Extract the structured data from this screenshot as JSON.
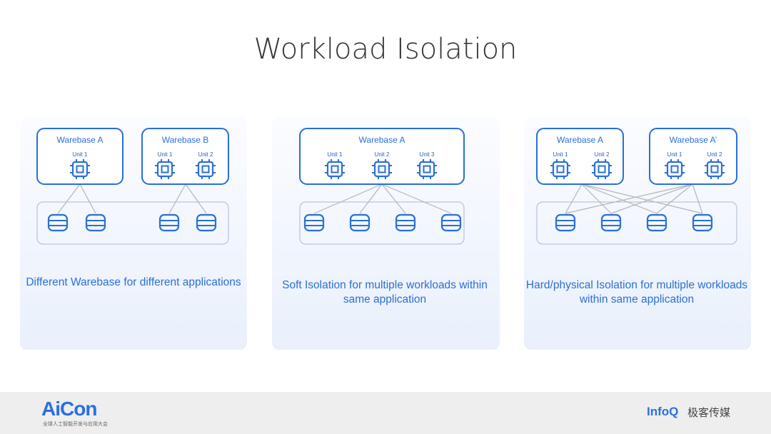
{
  "title": "Workload Isolation",
  "panels": [
    {
      "caption": "Different Warebase for different applications",
      "warebases": [
        {
          "name": "Warebase A",
          "units": [
            "Unit 1"
          ]
        },
        {
          "name": "Warebase B",
          "units": [
            "Unit 1",
            "Unit 2"
          ]
        }
      ]
    },
    {
      "caption": "Soft Isolation for multiple workloads within same application",
      "warebases": [
        {
          "name": "Warebase A",
          "units": [
            "Unit 1",
            "Unit 2",
            "Unit 3"
          ]
        }
      ]
    },
    {
      "caption": "Hard/physical Isolation for multiple workloads within same application",
      "warebases": [
        {
          "name": "Warebase A",
          "units": [
            "Unit 1",
            "Unit 2"
          ]
        },
        {
          "name": "Warebase A’",
          "units": [
            "Unit 1",
            "Unit 2"
          ]
        }
      ]
    }
  ],
  "footer": {
    "logo": "AiCon",
    "logo_sub": "全球人工智能开发与应用大会",
    "infoq": "InfoQ",
    "infoq_cn": "极客传媒"
  },
  "colors": {
    "accent": "#2a6fd6",
    "line": "#b5b5b5"
  }
}
